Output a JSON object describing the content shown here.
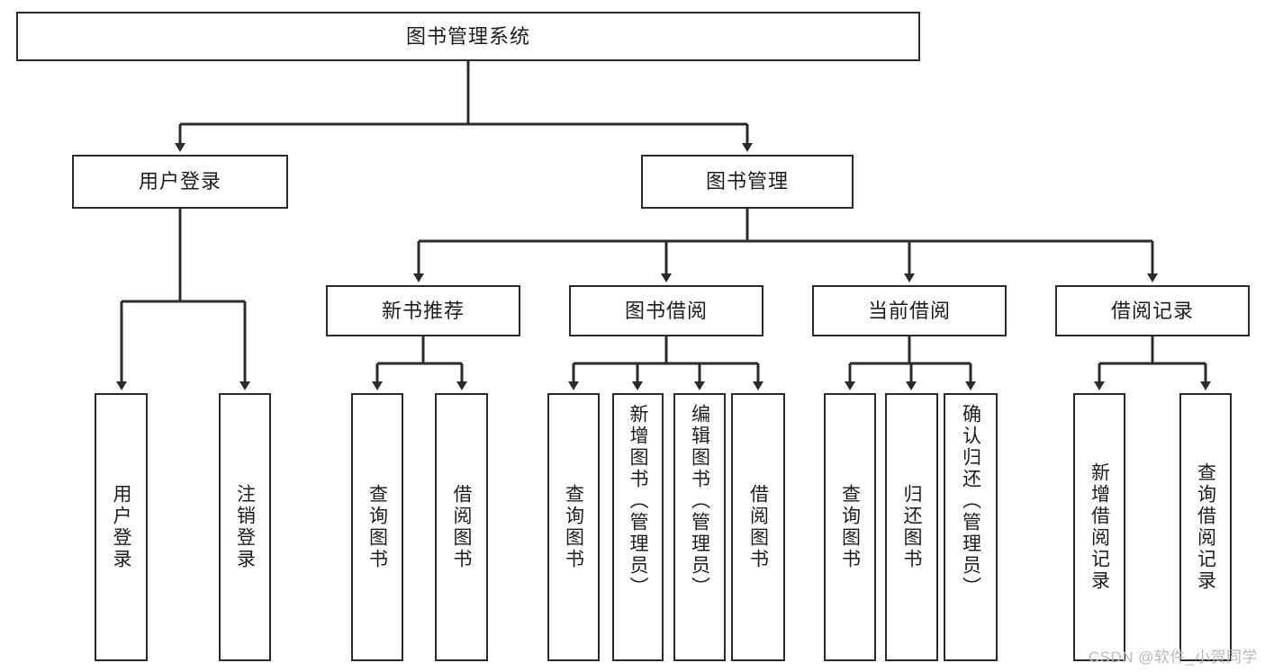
{
  "diagram": {
    "type": "tree",
    "title": "图书管理系统",
    "root": {
      "label": "图书管理系统"
    },
    "level2": [
      {
        "label": "用户登录"
      },
      {
        "label": "图书管理"
      }
    ],
    "level3": [
      {
        "label": "新书推荐"
      },
      {
        "label": "图书借阅"
      },
      {
        "label": "当前借阅"
      },
      {
        "label": "借阅记录"
      }
    ],
    "leaves": {
      "user_login": [
        {
          "label": "用户登录"
        },
        {
          "label": "注销登录"
        }
      ],
      "new_book_recommend": [
        {
          "label": "查询图书"
        },
        {
          "label": "借阅图书"
        }
      ],
      "book_borrow": [
        {
          "label": "查询图书"
        },
        {
          "label": "新增图书（管理员）"
        },
        {
          "label": "编辑图书（管理员）"
        },
        {
          "label": "借阅图书"
        }
      ],
      "current_borrow": [
        {
          "label": "查询图书"
        },
        {
          "label": "归还图书"
        },
        {
          "label": "确认归还（管理员）"
        }
      ],
      "borrow_record": [
        {
          "label": "新增借阅记录"
        },
        {
          "label": "查询借阅记录"
        }
      ]
    }
  },
  "watermark": {
    "text": "CSDN @软件_小贺同学"
  },
  "colors": {
    "stroke": "#2b2b2b",
    "text": "#1d1d1d",
    "background": "#ffffff",
    "watermark": "#b9b9b9"
  }
}
